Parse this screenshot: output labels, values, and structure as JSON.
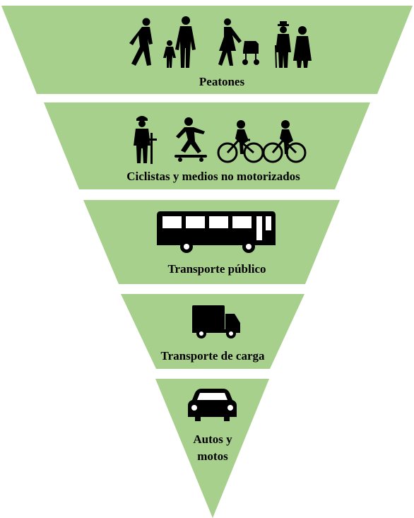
{
  "colors": {
    "tier_fill": "#a8d08d",
    "icon_fill": "#000000",
    "label_text": "#000000",
    "background": "#ffffff"
  },
  "tiers": [
    {
      "label": "Peatones",
      "icons": [
        "walking-man-icon",
        "parent-with-child-icon",
        "woman-with-stroller-icon",
        "elderly-couple-icon"
      ]
    },
    {
      "label": "Ciclistas y medios no motorizados",
      "icons": [
        "cyclist-with-bike-icon",
        "skateboarder-icon",
        "cyclist-icon",
        "cyclist-icon"
      ]
    },
    {
      "label": "Transporte público",
      "icons": [
        "bus-icon"
      ]
    },
    {
      "label": "Transporte de carga",
      "icons": [
        "truck-icon"
      ]
    },
    {
      "label_lines": [
        "Autos y",
        "motos"
      ],
      "icons": [
        "car-icon"
      ]
    }
  ]
}
